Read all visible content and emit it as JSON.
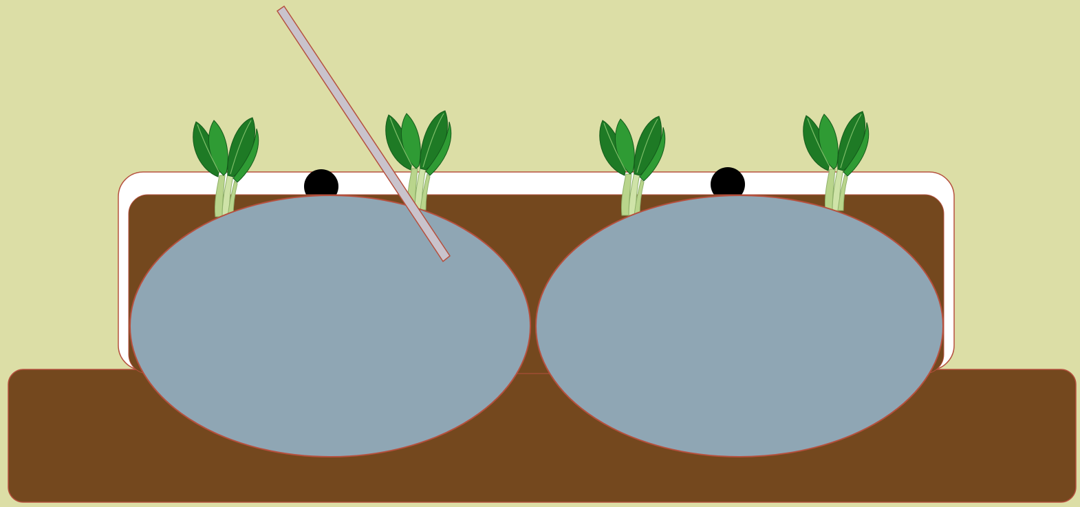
{
  "diagram": {
    "description_visible_text": "",
    "colors": {
      "background": "#DCDEA6",
      "soil_brown": "#74481E",
      "outline_red": "#B5503E",
      "planter_white": "#FFFFFF",
      "reservoir_blue": "#8FA6B4",
      "hole_black": "#000000",
      "rod_gray": "#C9C3CC",
      "leaf_dark": "#1E7A25",
      "leaf_mid": "#2F9B34",
      "stem_light": "#B9D58C"
    },
    "plants": [
      {
        "name": "bok-choy"
      },
      {
        "name": "bok-choy"
      },
      {
        "name": "bok-choy"
      },
      {
        "name": "bok-choy"
      }
    ],
    "holes_count": 2,
    "reservoirs_count": 2
  }
}
